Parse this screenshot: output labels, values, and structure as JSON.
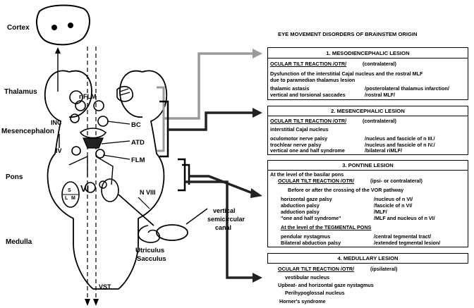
{
  "anatomy": {
    "cortex": "Cortex",
    "thalamus": "Thalamus",
    "mesencephalon": "Mesencephalon",
    "pons": "Pons",
    "medulla": "Medulla",
    "inc": "INC",
    "iv": "IV",
    "vi": "VI",
    "s": "S",
    "l": "L",
    "m": "M",
    "riflm": "riFLM",
    "bc": "BC",
    "atd": "ATD",
    "flm": "FLM",
    "n_viii": "N VIII",
    "vertical": "vertical",
    "semicircular": "semicircular",
    "canal": "canal",
    "utriculus": "Utriculus",
    "sacculus": "Sacculus",
    "vst": "VST"
  },
  "title": "EYE MOVEMENT DISORDERS OF BRAINSTEM ORIGIN",
  "boxes": {
    "b1": {
      "header": "1. MESODIENCEPHALIC LESION",
      "otr": "OCULAR TILT REACTION /OTR/",
      "otr_side": "(contralateral)",
      "line1": "Dysfunction of the interstitial Cajal nucleus and the rostral MLF",
      "line2": "due to paramedian thalamus lesion",
      "r1_left": "thalamic astasis",
      "r1_right": "/posterolateral thalamus infarction/",
      "r2_left": "vertical and torsional saccades",
      "r2_right": "/rostral MLF/"
    },
    "b2": {
      "header": "2. MESENCEPHALIC LESION",
      "otr": "OCULAR TILT REACTION /OTR/",
      "otr_side": "(contralateral)",
      "line1": "interstitial Cajal nucleus",
      "r1_left": "oculomotor nerve palsy",
      "r1_right": "/nucleus and fascicle of n III./",
      "r2_left": "trochlear nerve palsy",
      "r2_right": "/nucleus and fascicle of n IV./",
      "r3_left": "vertical one and half syndrome",
      "r3_right": "/bilateral riMLF/"
    },
    "b3": {
      "header": "3. PONTINE LESION",
      "level1": "At the level of the basilar pons",
      "otr": "OCULAR TILT REACTION /OTR/",
      "otr_side": "(ipsi- or contralateral)",
      "vor": "Before or after the  crossing of the VOR pathway",
      "r1_left": "horizontal gaze palsy",
      "r1_right": "/nucleus of n VI/",
      "r2_left": "abduction palsy",
      "r2_right": "/fascicle of n VI/",
      "r3_left": "adduction palsy",
      "r3_right": "/MLF/",
      "r4_left": "\"one and half  syndrome\"",
      "r4_right": "/MLF and nucleus of n VI/",
      "level2": "At the level of the TEGMENTAL PONS",
      "r5_left": "pendular nystagmus",
      "r5_right": "/central tegmental tract/",
      "r6_left": "Bilateral abduction palsy",
      "r6_right": "/extended tegmental lesion/"
    },
    "b4": {
      "header": "4. MEDULLARY LESION",
      "otr": "OCULAR TILT REACTION /OTR/",
      "otr_side": "(ipsilateral)",
      "l1": "vestibular nucleus",
      "l2": "Upbeat- and horizontal gaze nystagmus",
      "l3": "Perihypoglossal nucleus",
      "l4": "Horner's syndrome"
    }
  },
  "colors": {
    "ink": "#000000",
    "gray_arrow": "#9a9a9a",
    "dark_arrow": "#222222"
  }
}
